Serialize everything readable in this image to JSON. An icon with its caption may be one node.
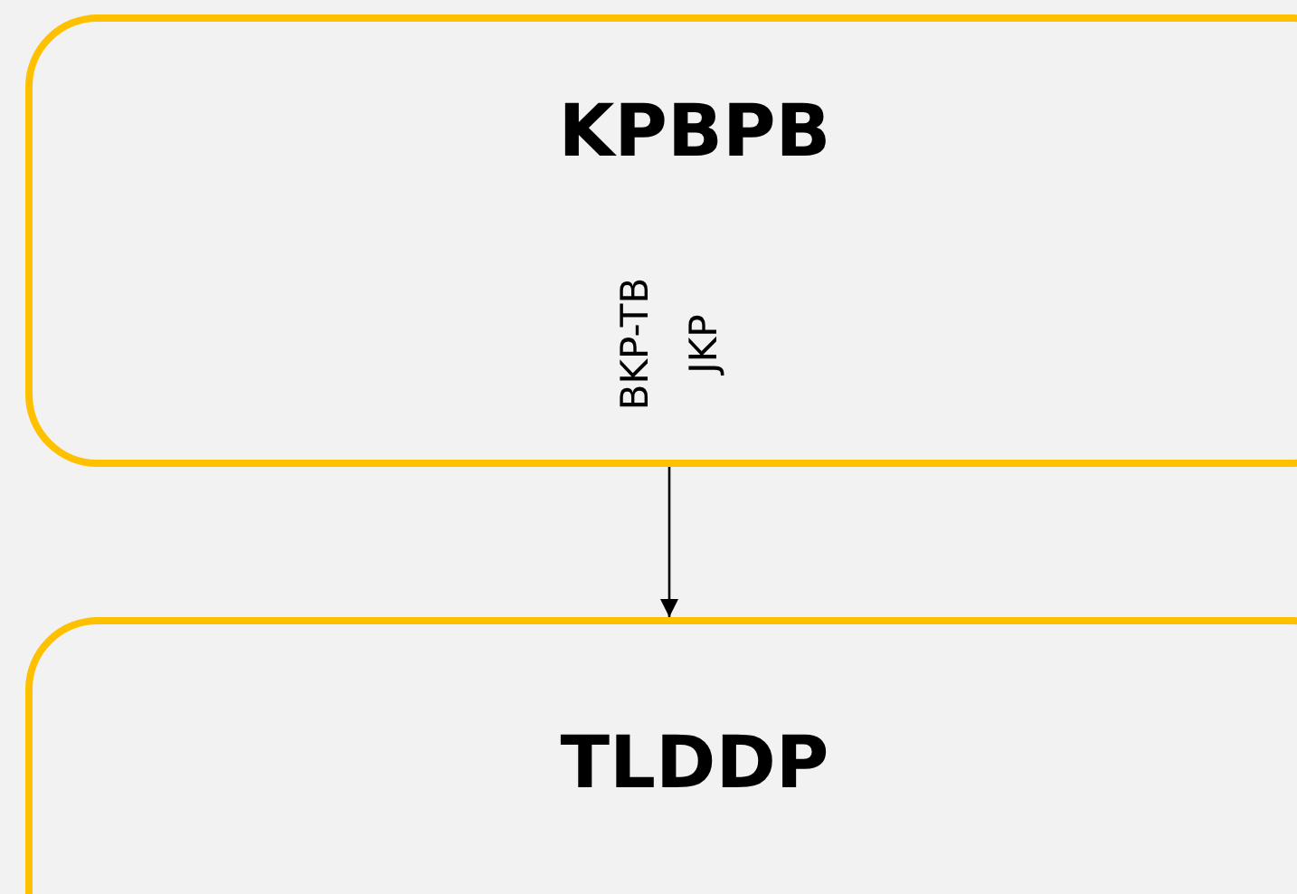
{
  "diagram": {
    "nodes": [
      {
        "text": [
          "KPBPB"
        ]
      },
      {
        "text": [
          "TLDDP"
        ]
      }
    ],
    "edges": [
      {
        "from": 0,
        "to": 1,
        "arrow": "to",
        "label": "BKP-TB JKP"
      }
    ]
  }
}
